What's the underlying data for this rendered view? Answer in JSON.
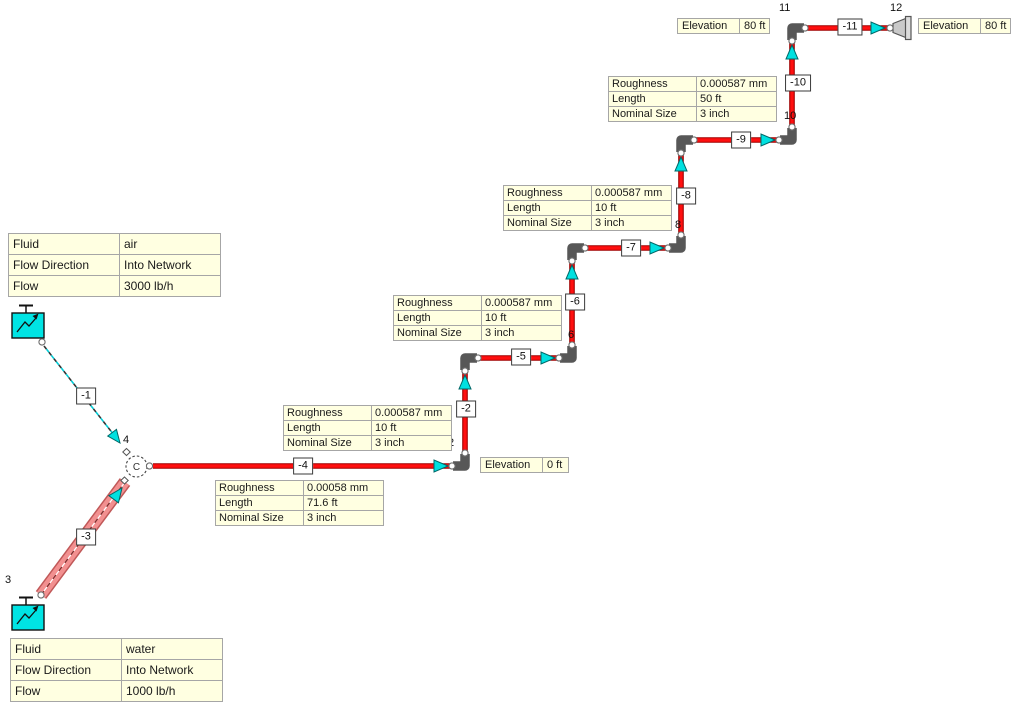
{
  "diagram": {
    "nodes": {
      "n2": "2",
      "n3": "3",
      "n4": "4",
      "n6": "6",
      "n8": "8",
      "n10": "10",
      "n11": "11",
      "n12": "12",
      "combiner": "C"
    },
    "pipes": {
      "p1": "-1",
      "p2": "-2",
      "p3": "-3",
      "p4": "-4",
      "p5": "-5",
      "p6": "-6",
      "p7": "-7",
      "p8": "-8",
      "p9": "-9",
      "p10": "-10",
      "p11": "-11"
    },
    "callouts": {
      "air": {
        "rows": [
          {
            "label": "Fluid",
            "value": "air"
          },
          {
            "label": "Flow Direction",
            "value": "Into Network"
          },
          {
            "label": "Flow",
            "value": "3000 lb/h"
          }
        ]
      },
      "water": {
        "rows": [
          {
            "label": "Fluid",
            "value": "water"
          },
          {
            "label": "Flow Direction",
            "value": "Into Network"
          },
          {
            "label": "Flow",
            "value": "1000 lb/h"
          }
        ]
      },
      "pipe4": {
        "rows": [
          {
            "label": "Roughness",
            "value": "0.00058 mm"
          },
          {
            "label": "Length",
            "value": "71.6 ft"
          },
          {
            "label": "Nominal Size",
            "value": "3 inch"
          }
        ]
      },
      "pipe2": {
        "rows": [
          {
            "label": "Roughness",
            "value": "0.000587 mm"
          },
          {
            "label": "Length",
            "value": "10 ft"
          },
          {
            "label": "Nominal Size",
            "value": "3 inch"
          }
        ]
      },
      "pipe6": {
        "rows": [
          {
            "label": "Roughness",
            "value": "0.000587 mm"
          },
          {
            "label": "Length",
            "value": "10 ft"
          },
          {
            "label": "Nominal Size",
            "value": "3 inch"
          }
        ]
      },
      "pipe8": {
        "rows": [
          {
            "label": "Roughness",
            "value": "0.000587 mm"
          },
          {
            "label": "Length",
            "value": "10 ft"
          },
          {
            "label": "Nominal Size",
            "value": "3 inch"
          }
        ]
      },
      "pipe10": {
        "rows": [
          {
            "label": "Roughness",
            "value": "0.000587 mm"
          },
          {
            "label": "Length",
            "value": "50 ft"
          },
          {
            "label": "Nominal Size",
            "value": "3 inch"
          }
        ]
      },
      "elev2": {
        "label": "Elevation",
        "value": "0 ft"
      },
      "elev11": {
        "label": "Elevation",
        "value": "80 ft"
      },
      "elev12": {
        "label": "Elevation",
        "value": "80 ft"
      }
    },
    "colors": {
      "pipe_red": "#ff0f0f",
      "pipe_red_outline": "#a00000",
      "selected_pipe_salmon": "#f29090",
      "flow_arrow_cyan": "#00e0e0",
      "source_cyan": "#00e4e4",
      "callout_bg": "#ffffe1",
      "elbow_gray": "#575757",
      "dashed_pipe_cyan": "#00ccd6"
    }
  }
}
